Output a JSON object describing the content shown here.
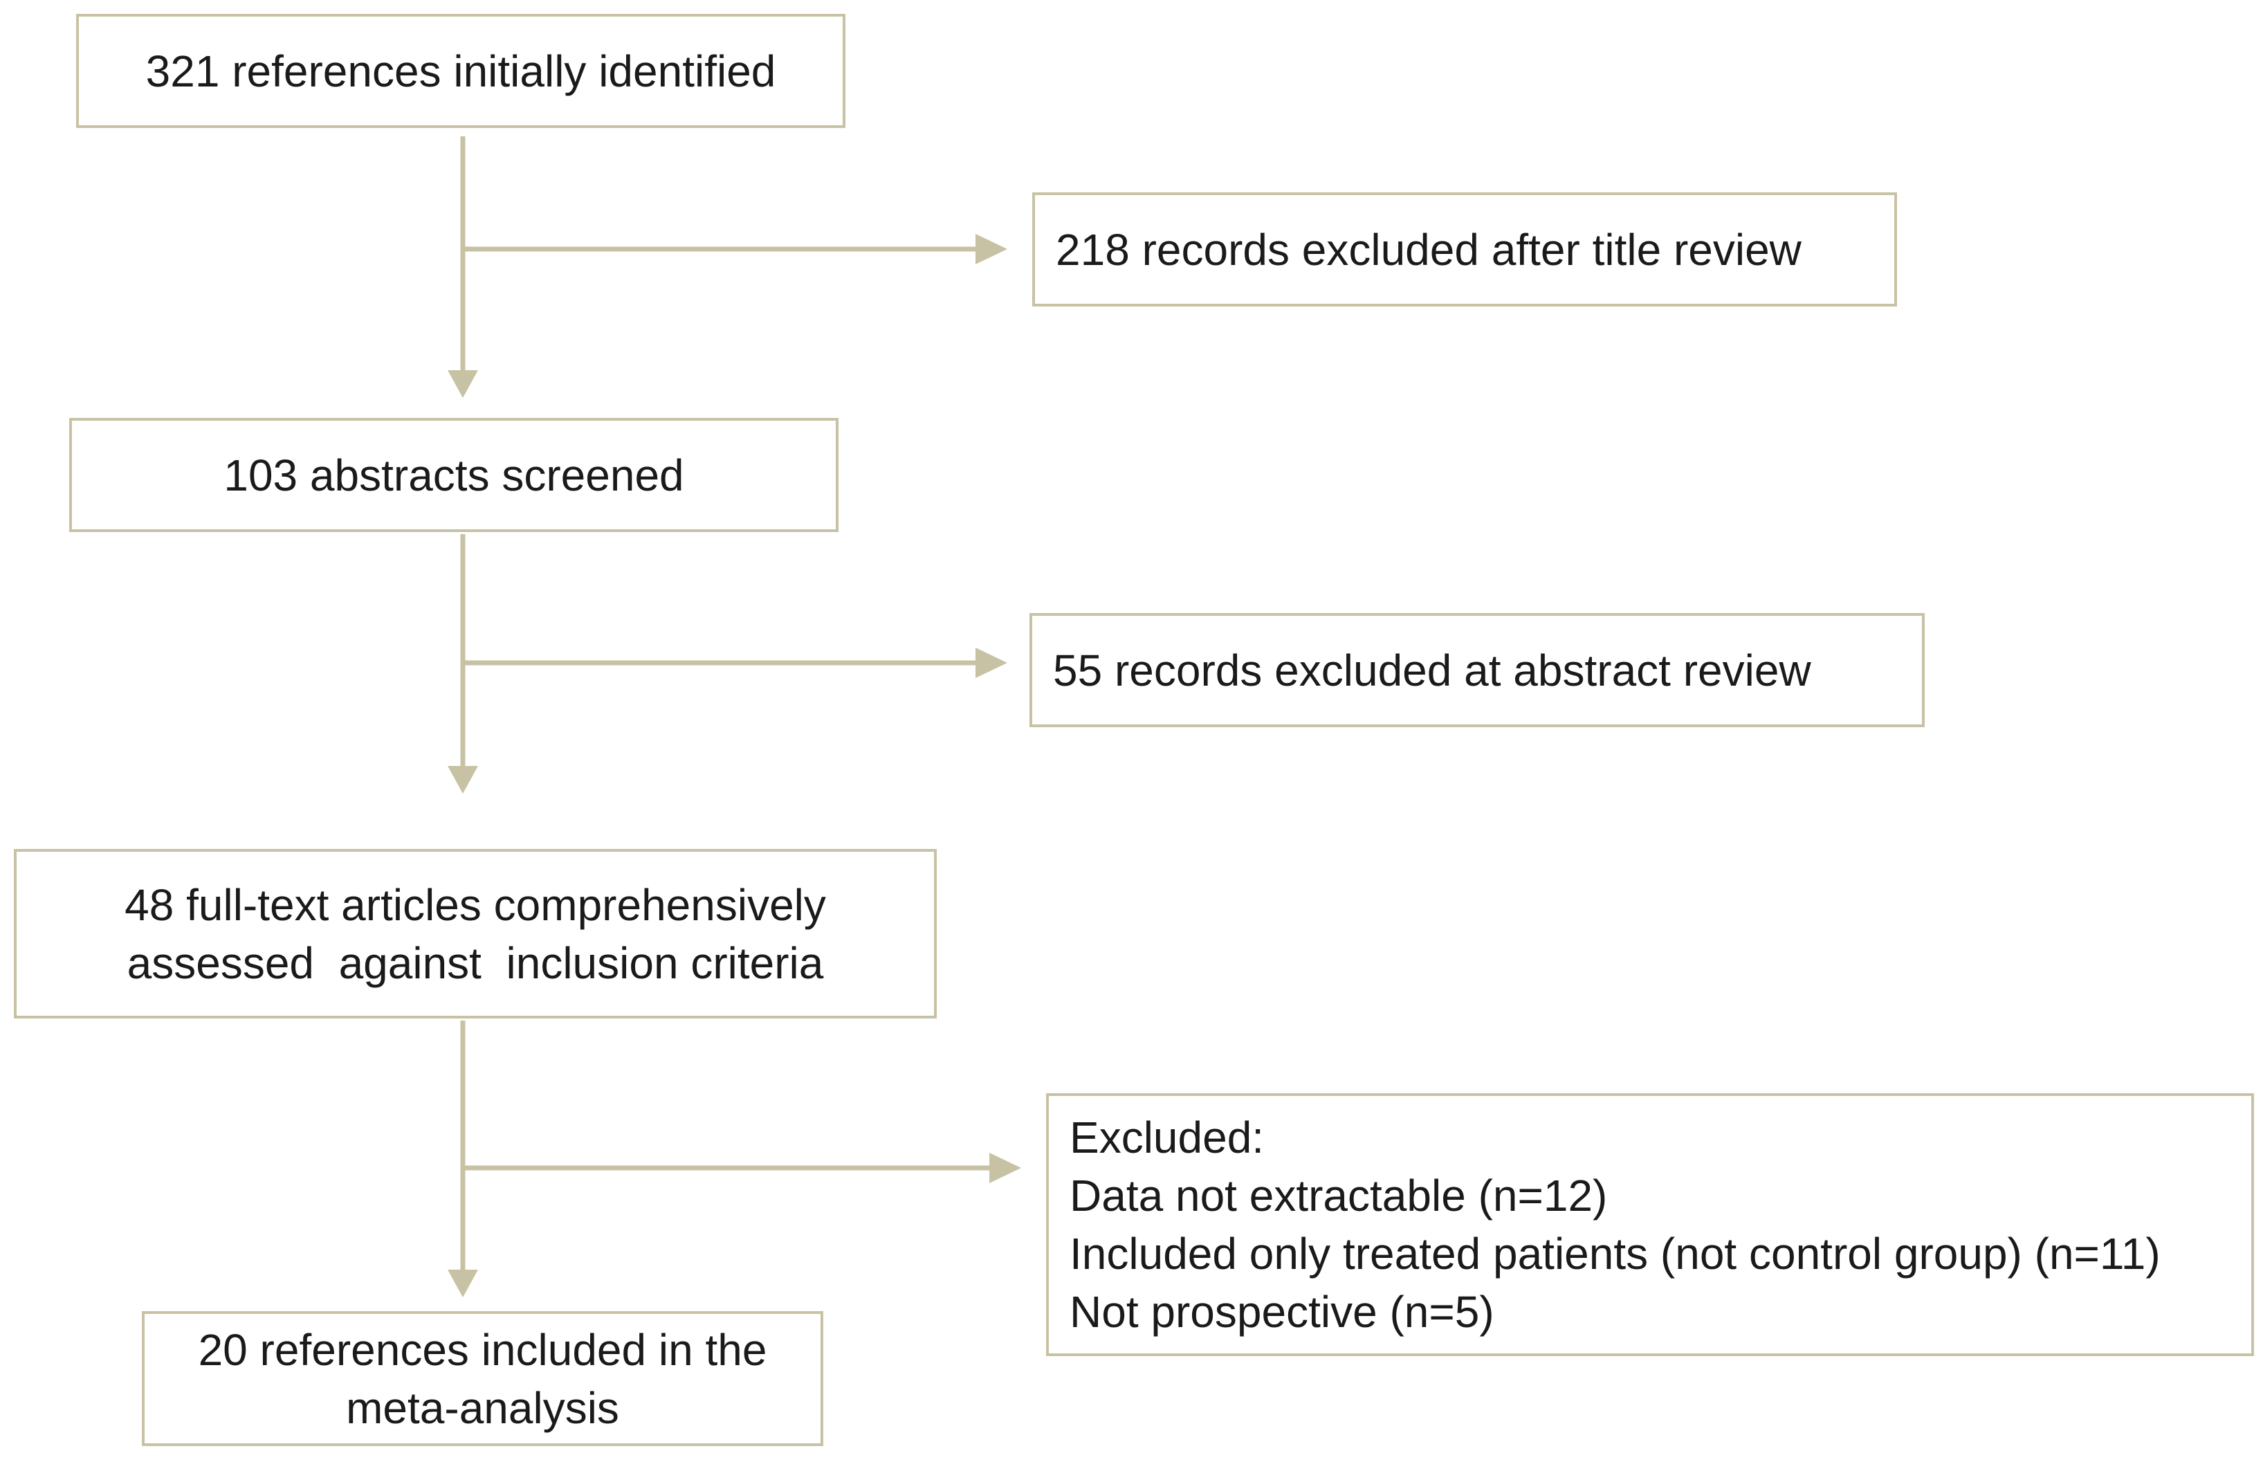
{
  "colors": {
    "connector": "#c8c2a4",
    "box_border": "#c8c2a4",
    "text": "#1a1a1a"
  },
  "flow": {
    "identified": {
      "text": "321 references initially identified"
    },
    "excluded_title": {
      "text": "218 records excluded after title review"
    },
    "screened": {
      "text": "103 abstracts screened"
    },
    "excluded_abstract": {
      "text": "55 records excluded at abstract review"
    },
    "assessed": {
      "lines": [
        "48 full-text articles comprehensively",
        "assessed  against  inclusion criteria"
      ]
    },
    "excluded_fulltext": {
      "lines": [
        "Excluded:",
        "Data not extractable (n=12)",
        "Included only treated patients (not control group) (n=11)",
        "Not prospective (n=5)"
      ]
    },
    "included": {
      "lines": [
        "20 references included in the",
        "meta-analysis"
      ]
    }
  }
}
